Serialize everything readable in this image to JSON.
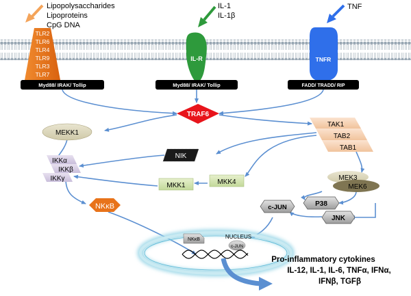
{
  "ligands": {
    "tlr_ligands": [
      "Lipopolysaccharides",
      "Lipoproteins",
      "CpG DNA"
    ],
    "il_ligands": [
      "IL-1",
      "IL-1β"
    ],
    "tnf_ligand": "TNF"
  },
  "receptors": {
    "tlr_members": [
      "TLR2",
      "TLR6",
      "TLR4",
      "TLR9",
      "TLR3",
      "TLR7"
    ],
    "il_r": "IL-R",
    "tnfr": "TNFR"
  },
  "adaptors": {
    "tlr": "Myd88/ IRAK/ Tollip",
    "il": "Myd88/ IRAK/ Tollip",
    "tnf": "FADD/ TRADD/ RIP"
  },
  "nodes": {
    "traf6": "TRAF6",
    "mekk1": "MEKK1",
    "tak1": "TAK1",
    "tab2": "TAB2",
    "tab1": "TAB1",
    "nik": "NIK",
    "ikk_alpha": "IKKα",
    "ikk_beta": "IKKβ",
    "ikk_gamma": "IKKγ",
    "mkk1": "MKK1",
    "mkk4": "MKK4",
    "mek3": "MEK3",
    "mek6": "MEK6",
    "cjun": "c-JUN",
    "p38": "P38",
    "jnk": "JNK",
    "nfkb": "NKκB",
    "nucleus": "NUCLEUS",
    "nfkb_nuclear": "NKκB",
    "cjun_nuclear": "c-JUN"
  },
  "output": {
    "title": "Pro-inflammatory cytokines",
    "line2": "IL-12, IL-1, IL-6, TNFα, IFNα,",
    "line3": "IFNβ, TGFβ"
  },
  "colors": {
    "arrow": "#5b8fd1",
    "tlr": "#e8731a",
    "ilr": "#2e9a3c",
    "tnfr": "#2f6fea",
    "traf6": "#e8141b",
    "nucleus_glow": "#9fd8e8"
  }
}
